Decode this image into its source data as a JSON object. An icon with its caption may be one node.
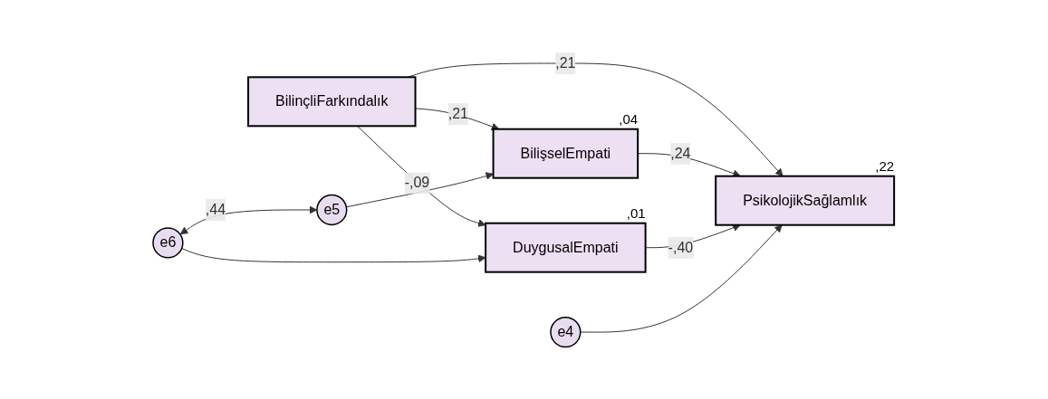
{
  "diagram": {
    "nodes": [
      {
        "text": [
          "BilişselEmpati"
        ],
        "beside": [
          ",04"
        ]
      },
      {
        "text": [
          "e6"
        ]
      },
      {
        "text": [
          "e5"
        ]
      },
      {
        "text": [
          "DuygusalEmpati"
        ],
        "beside": [
          ",01"
        ]
      },
      {
        "text": [
          "e4"
        ]
      },
      {
        "text": [
          "BilinçliFarkındalık"
        ]
      },
      {
        "text": [
          "PsikolojikSağlamlık"
        ],
        "beside": [
          ",22"
        ]
      }
    ],
    "edges": [
      {
        "from": 5,
        "to": 0,
        "label": ",21",
        "arrow": "to"
      },
      {
        "from": 5,
        "to": 3,
        "label": "-,09",
        "arrow": "to"
      },
      {
        "from": 5,
        "to": 6,
        "label": ",21",
        "arrow": "to"
      },
      {
        "from": 0,
        "to": 6,
        "label": ",24",
        "arrow": "to"
      },
      {
        "from": 3,
        "to": 6,
        "label": "-,40",
        "arrow": "to"
      },
      {
        "from": 1,
        "to": 2,
        "label": ",44",
        "arrow": "both"
      },
      {
        "from": 1,
        "to": 3,
        "arrow": "to"
      },
      {
        "from": 2,
        "to": 0,
        "arrow": "to"
      },
      {
        "from": 4,
        "to": 6,
        "arrow": "to"
      }
    ]
  }
}
